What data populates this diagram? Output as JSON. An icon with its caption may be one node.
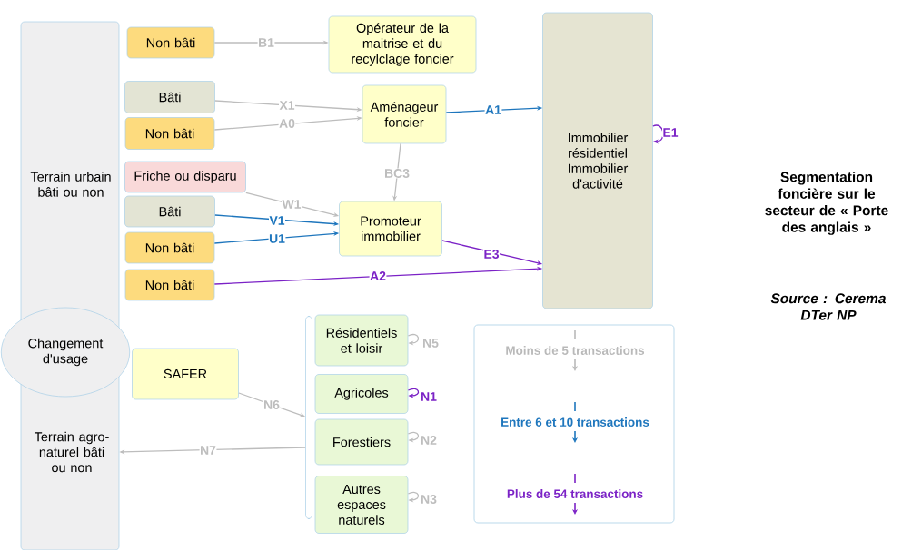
{
  "diagram": {
    "title": "Segmentation foncière sur le secteur de « Porte des anglais »",
    "nodes": [
      {
        "text": [
          "Terrain urbain bâti ou non",
          "Terrain agro-naturel bâti ou non"
        ]
      },
      {
        "text": [
          "Changement d'usage"
        ]
      },
      {
        "text": [
          "Non bâti"
        ]
      },
      {
        "text": [
          "Opérateur de la maitrise et du recylclage foncier"
        ]
      },
      {
        "text": [
          "Bâti"
        ]
      },
      {
        "text": [
          "Non bâti"
        ]
      },
      {
        "text": [
          "Aménageur foncier"
        ]
      },
      {
        "text": [
          "Friche ou disparu"
        ]
      },
      {
        "text": [
          "Bâti"
        ]
      },
      {
        "text": [
          "Non bâti"
        ]
      },
      {
        "text": [
          "Promoteur immobilier"
        ]
      },
      {
        "text": [
          "Non bâti"
        ]
      },
      {
        "text": [
          "Immobilier résidentiel Immobilier d'activité"
        ]
      },
      {
        "text": [
          "SAFER"
        ]
      },
      {
        "text": [],
        "shape": "bar"
      },
      {
        "text": [
          "Résidentiels et loisir"
        ]
      },
      {
        "text": [
          "Agricoles"
        ]
      },
      {
        "text": [
          "Forestiers"
        ]
      },
      {
        "text": [
          "Autres espaces naturels"
        ]
      }
    ],
    "edges": [
      {
        "from": 2,
        "to": 3,
        "arrow": "to",
        "label": "B1"
      },
      {
        "from": 4,
        "to": 6,
        "arrow": "to",
        "label": "X1"
      },
      {
        "from": 5,
        "to": 6,
        "arrow": "to",
        "label": "A0"
      },
      {
        "from": 6,
        "to": 12,
        "arrow": "to",
        "label": "A1",
        "color": "#1e76bd"
      },
      {
        "from": 6,
        "to": 10,
        "arrow": "to",
        "label": "BC3"
      },
      {
        "from": 7,
        "to": 10,
        "arrow": "to",
        "label": "W1"
      },
      {
        "from": 8,
        "to": 10,
        "arrow": "to",
        "label": "V1",
        "color": "#1e76bd"
      },
      {
        "from": 9,
        "to": 10,
        "arrow": "to",
        "label": "U1",
        "color": "#1e76bd"
      },
      {
        "from": 10,
        "to": 12,
        "arrow": "to",
        "label": "E3",
        "color": "#7b22c6"
      },
      {
        "from": 11,
        "to": 12,
        "arrow": "to",
        "label": "A2",
        "color": "#7b22c6"
      },
      {
        "from": 12,
        "to": 12,
        "arrow": "to",
        "label": "E1",
        "color": "#7b22c6"
      },
      {
        "from": 15,
        "to": 15,
        "arrow": "to",
        "label": "N5"
      },
      {
        "from": 16,
        "to": 16,
        "arrow": "to",
        "label": "N1",
        "color": "#7b22c6"
      },
      {
        "from": 17,
        "to": 17,
        "arrow": "to",
        "label": "N2"
      },
      {
        "from": 18,
        "to": 18,
        "arrow": "to",
        "label": "N3"
      },
      {
        "from": 13,
        "to": 14,
        "arrow": "to",
        "label": "N6"
      },
      {
        "from": 14,
        "to": 0,
        "arrow": "to",
        "label": "N7"
      }
    ],
    "labels": [
      "Source : Cerema DTer NP"
    ],
    "legend": [
      {
        "text": "Moins de 5 transactions"
      },
      {
        "text": "Entre 6 et 10 transactions"
      },
      {
        "text": "Plus de 54 transactions"
      }
    ]
  }
}
